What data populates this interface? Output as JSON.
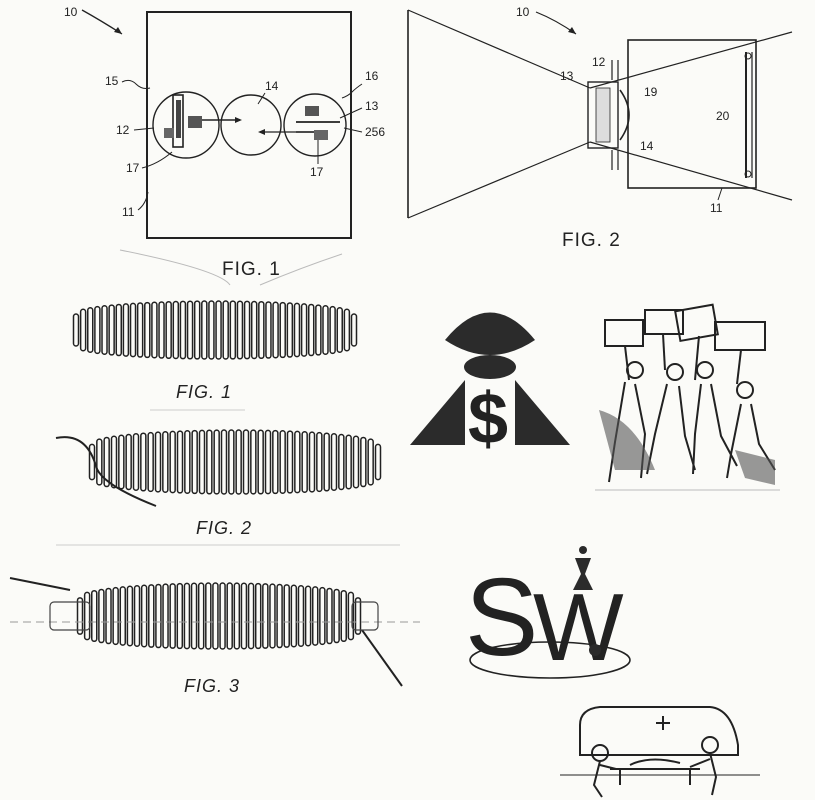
{
  "patent_a": {
    "ref_10": "10",
    "fig1_caption": "FIG. 1",
    "fig2_caption": "FIG. 2",
    "labels": {
      "l11": "11",
      "l12": "12",
      "l13": "13",
      "l14": "14",
      "l15": "15",
      "l16": "16",
      "l17a": "17",
      "l17b": "17",
      "l256": "256",
      "f2_10": "10",
      "f2_11": "11",
      "f2_12": "12",
      "f2_13": "13",
      "f2_14": "14",
      "f2_19": "19",
      "f2_20": "20"
    }
  },
  "patent_b": {
    "fig1_caption": "FIG. 1",
    "fig2_caption": "FIG. 2",
    "fig3_caption": "FIG. 3"
  },
  "icons": {
    "eye_dollar": "eye-dollar-pyramid-logo",
    "protest": "protest-crowd-illustration",
    "monogram": "sw-monogram-logo",
    "ambulance": "ambulance-stretcher-illustration"
  },
  "colors": {
    "ink": "#222222",
    "paper": "#fbfbf8"
  }
}
